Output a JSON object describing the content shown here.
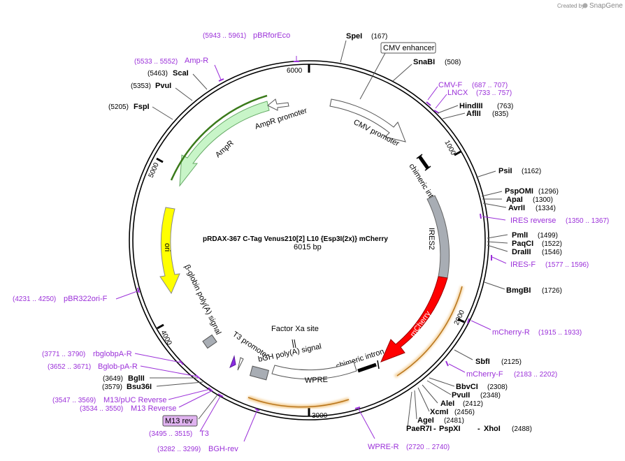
{
  "credit": {
    "prefix": "Created by",
    "brand": "SnapGene"
  },
  "plasmid": {
    "name": "pRDAX-367    C-Tag Venus210[2] L10 {Esp3I(2x)} mCherry",
    "length": "6015 bp"
  },
  "ticks": [
    "6000",
    "1000",
    "5000",
    "2000",
    "4000",
    "3000"
  ],
  "features": {
    "cmv_enhancer": "CMV enhancer",
    "cmv_promoter": "CMV promoter",
    "chimeric_intron_1": "chimeric intron",
    "ires2": "IRES2",
    "mcherry": "mCherry",
    "chimeric_intron_2": "chimeric intron",
    "wpre": "WPRE",
    "bgh": "bGH poly(A) signal",
    "factor_xa": "Factor Xa site",
    "t3_promoter": "T3 promoter",
    "m13rev": "M13 rev",
    "beta_globin": "β-globin poly(A) signal",
    "ori": "ori",
    "ampr": "AmpR",
    "ampr_promoter": "AmpR promoter"
  },
  "enzymes": {
    "spei": {
      "name": "SpeI",
      "pos": "(167)"
    },
    "snabi": {
      "name": "SnaBI",
      "pos": "(508)"
    },
    "hindiii": {
      "name": "HindIII",
      "pos": "(763)"
    },
    "aflii": {
      "name": "AflII",
      "pos": "(835)"
    },
    "psii": {
      "name": "PsiI",
      "pos": "(1162)"
    },
    "pspomi": {
      "name": "PspOMI",
      "pos": "(1296)"
    },
    "apai": {
      "name": "ApaI",
      "pos": "(1300)"
    },
    "avrii": {
      "name": "AvrII",
      "pos": "(1334)"
    },
    "pmli": {
      "name": "PmlI",
      "pos": "(1499)"
    },
    "paqci": {
      "name": "PaqCI",
      "pos": "(1522)"
    },
    "draiii": {
      "name": "DraIII",
      "pos": "(1546)"
    },
    "bmgbi": {
      "name": "BmgBI",
      "pos": "(1726)"
    },
    "sbfi": {
      "name": "SbfI",
      "pos": "(2125)"
    },
    "bbvci": {
      "name": "BbvCI",
      "pos": "(2308)"
    },
    "pvuii": {
      "name": "PvuII",
      "pos": "(2348)"
    },
    "alei": {
      "name": "AleI",
      "pos": "(2412)"
    },
    "xcmi": {
      "name": "XcmI",
      "pos": "(2456)"
    },
    "agei": {
      "name": "AgeI",
      "pos": "(2481)"
    },
    "paer7i": {
      "name": "PaeR7I",
      "sep1": "-",
      "name2": "PspXI",
      "sep2": "-",
      "name3": "XhoI",
      "pos": "(2488)"
    },
    "bglii": {
      "name": "BglII",
      "pos": "(3649)"
    },
    "bsu36i": {
      "name": "Bsu36I",
      "pos": "(3579)"
    },
    "fspi": {
      "name": "FspI",
      "pos": "(5205)"
    },
    "pvui": {
      "name": "PvuI",
      "pos": "(5353)"
    },
    "scai": {
      "name": "ScaI",
      "pos": "(5463)"
    }
  },
  "primers": {
    "pbrforeco": {
      "name": "pBRforEco",
      "pos": "(5943 .. 5961)"
    },
    "ampr": {
      "name": "Amp-R",
      "pos": "(5533 .. 5552)"
    },
    "cmvf": {
      "name": "CMV-F",
      "pos": "(687 .. 707)"
    },
    "lncx": {
      "name": "LNCX",
      "pos": "(733 .. 757)"
    },
    "iresrev": {
      "name": "IRES reverse",
      "pos": "(1350 .. 1367)"
    },
    "iresf": {
      "name": "IRES-F",
      "pos": "(1577 .. 1596)"
    },
    "mcherryr": {
      "name": "mCherry-R",
      "pos": "(1915 .. 1933)"
    },
    "mcherryf": {
      "name": "mCherry-F",
      "pos": "(2183 .. 2202)"
    },
    "wprer": {
      "name": "WPRE-R",
      "pos": "(2720 .. 2740)"
    },
    "pbr322ori": {
      "name": "pBR322ori-F",
      "pos": "(4231 .. 4250)"
    },
    "rbglobpa": {
      "name": "rbglobpA-R",
      "pos": "(3771 .. 3790)"
    },
    "bglobpa": {
      "name": "Bglob-pA-R",
      "pos": "(3652 .. 3671)"
    },
    "m13puc": {
      "name": "M13/pUC Reverse",
      "pos": "(3547 .. 3569)"
    },
    "m13rev": {
      "name": "M13 Reverse",
      "pos": "(3534 .. 3550)"
    },
    "t3": {
      "name": "T3",
      "pos": "(3495 .. 3515)"
    },
    "bghrev": {
      "name": "BGH-rev",
      "pos": "(3282 .. 3299)"
    }
  },
  "colors": {
    "ampr_fill": "#c8f5c8",
    "ori_fill": "#ffff00",
    "mcherry_fill": "#ff0000",
    "ires_fill": "#a8adb4",
    "primer": "#9b30d9",
    "orange": "#e8a033",
    "green_line": "#3a7a1a"
  }
}
